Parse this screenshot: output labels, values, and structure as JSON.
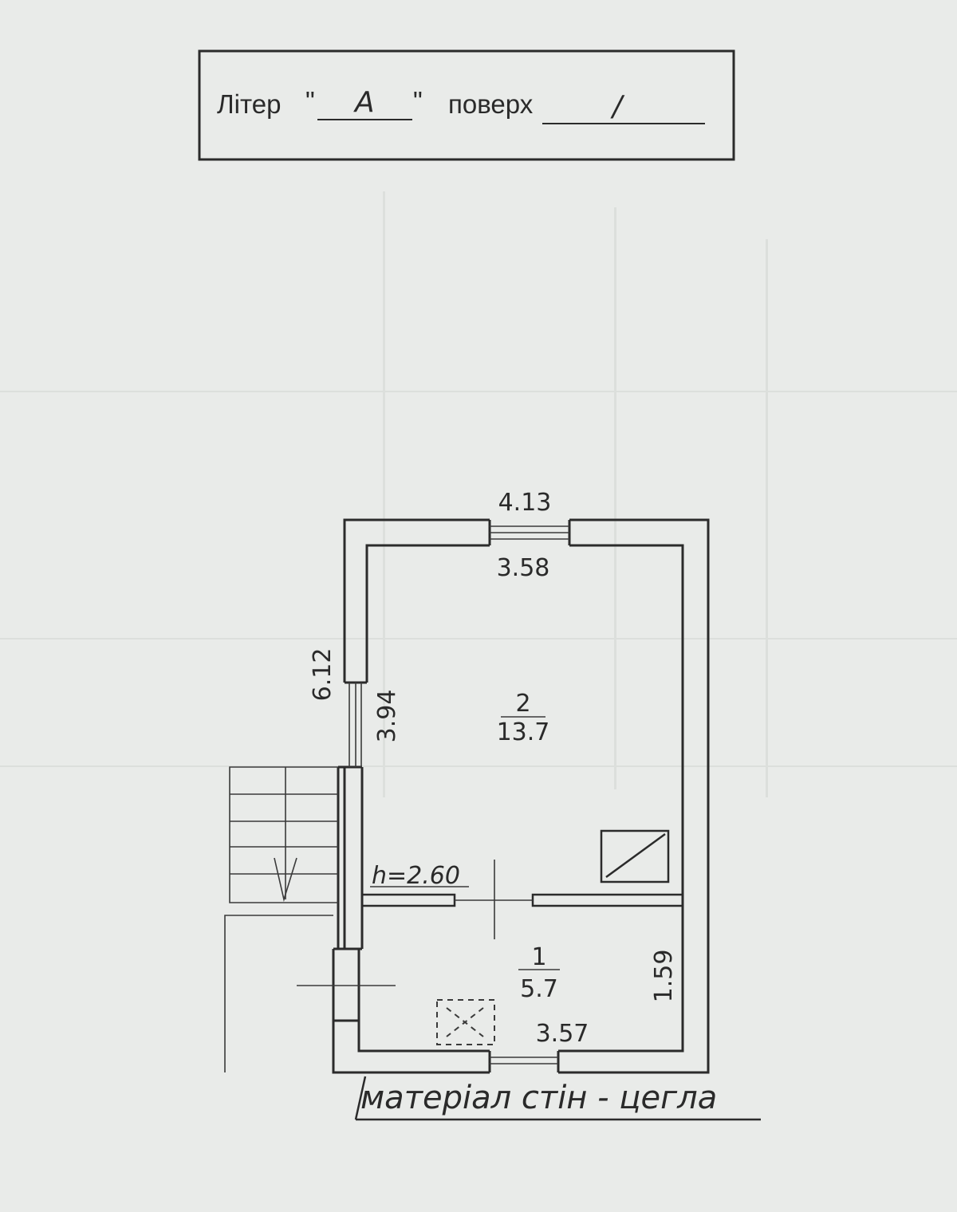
{
  "header": {
    "liter_label": "Літер",
    "open_quote": "\"",
    "liter_value": "A",
    "close_quote": "\"",
    "floor_label": "поверх",
    "floor_value": "/"
  },
  "plan": {
    "outer_width": "4.13",
    "inner_width_top": "3.58",
    "outer_length": "6.12",
    "room2_side": "3.94",
    "ceiling_height": "h=2.60",
    "room2": {
      "number": "2",
      "area": "13.7"
    },
    "room1": {
      "number": "1",
      "area": "5.7"
    },
    "room1_width": "3.57",
    "room1_length": "1.59"
  },
  "footer": {
    "wall_material": "матеріал стін - цегла"
  },
  "colors": {
    "paper": "#e9ebe9",
    "ink": "#2b2b2b"
  }
}
